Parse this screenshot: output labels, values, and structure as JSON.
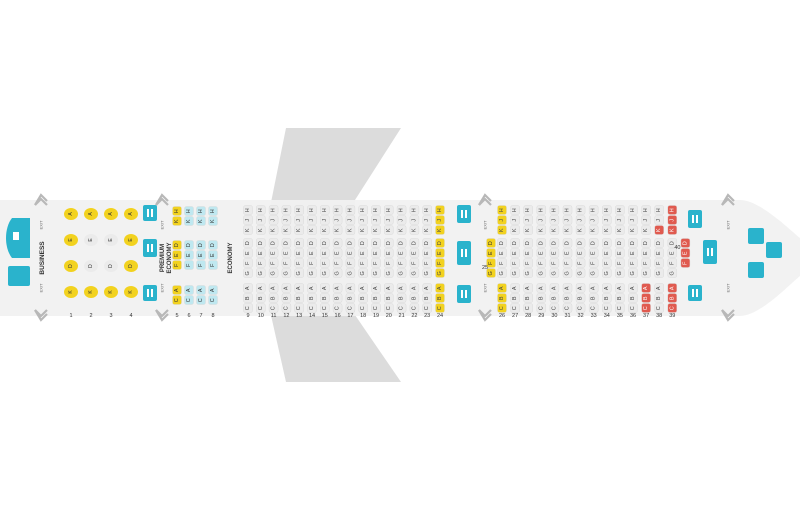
{
  "labels": {
    "business": "BUSINESS",
    "premium_economy": [
      "PREMIUM",
      "ECONOMY"
    ],
    "economy": "ECONOMY",
    "exit": "EXIT"
  },
  "business": {
    "rows": [
      1,
      2,
      3,
      4
    ],
    "row_seats": [
      [
        {
          "left": "A",
          "right": "K"
        },
        {
          "left": "E",
          "right": "F"
        },
        {
          "left": "D",
          "right": "G"
        },
        {
          "left": "A",
          "right": "K"
        }
      ],
      [
        {
          "left": "A",
          "right": "K"
        },
        {
          "left": "E",
          "right": "F"
        },
        {
          "left": "D",
          "right": "G"
        },
        {
          "left": "A",
          "right": "K"
        }
      ],
      [
        {
          "left": "A",
          "right": "K"
        },
        {
          "left": "E",
          "right": "F"
        },
        {
          "left": "D",
          "right": "G"
        },
        {
          "left": "A",
          "right": "K"
        }
      ],
      [
        {
          "left": "A",
          "right": "K"
        },
        {
          "left": "E",
          "right": "F"
        },
        {
          "left": "D",
          "right": "G"
        },
        {
          "left": "A",
          "right": "K"
        }
      ]
    ]
  },
  "premium_economy": {
    "rows": [
      5,
      6,
      7,
      8
    ],
    "top_letters": [
      "H",
      "K"
    ],
    "mid_letters": [
      "D",
      "E",
      "F"
    ],
    "bot_letters": [
      "A",
      "C"
    ]
  },
  "economy": {
    "section1_rows": [
      9,
      10,
      11,
      12,
      13,
      14,
      15,
      16,
      17,
      18,
      19,
      20,
      21,
      22,
      23,
      24
    ],
    "row_25": 25,
    "section2_rows": [
      26,
      27,
      28,
      29,
      30,
      31,
      32,
      33,
      34,
      35,
      36,
      37,
      38,
      39,
      40
    ],
    "top_letters": [
      "H",
      "J",
      "K"
    ],
    "mid_letters": [
      "D",
      "E",
      "F",
      "G"
    ],
    "bot_letters": [
      "A",
      "B",
      "C"
    ]
  },
  "legend_colors": {
    "fuselage": "#f1f1f1",
    "wing": "#dcdcdc",
    "standard_seat": "#ebebeb",
    "preferred_seat": "#f2d21f",
    "restricted_seat": "#e05a4f",
    "premium_seat": "#bfe8f0",
    "facility": "#2ab3cc",
    "exit_arrow": "#b8b8b8"
  }
}
